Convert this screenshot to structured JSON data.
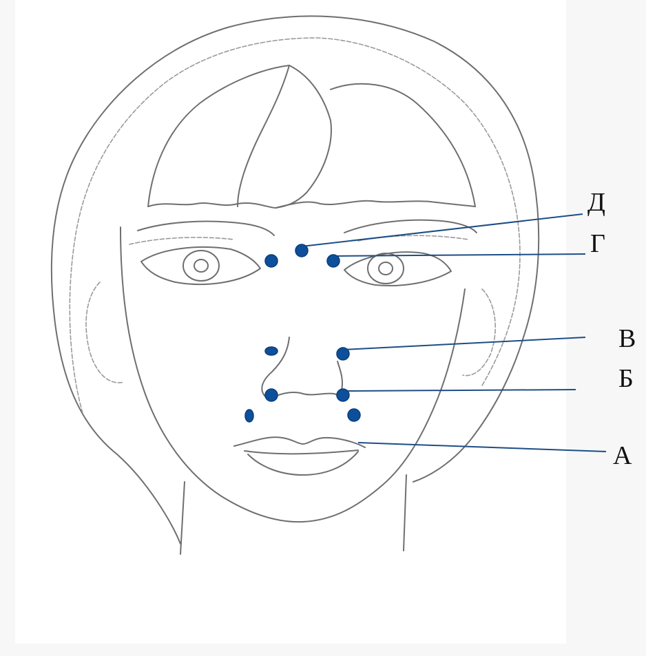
{
  "labels": {
    "a": "А",
    "b": "Б",
    "v": "В",
    "g": "Г",
    "d": "Д"
  },
  "colors": {
    "point": "#0d4f9a",
    "leader_line": "#1c4d85",
    "sketch": "#6e6e6e"
  }
}
